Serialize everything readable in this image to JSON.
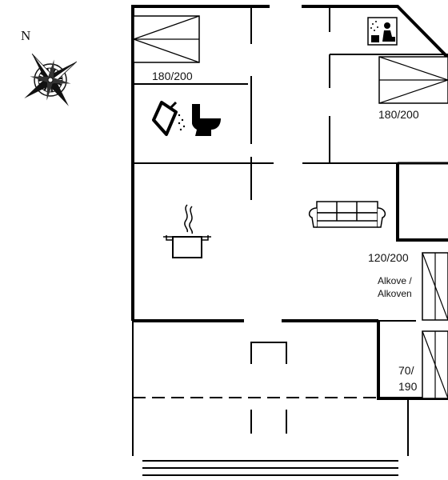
{
  "compass": {
    "north_label": "N",
    "icon": "compass-rose-icon"
  },
  "rooms": {
    "bedroom_1": {
      "bed_size": "180/200",
      "icon": "bed-icon"
    },
    "bedroom_2": {
      "bed_size": "180/200",
      "icon": "bed-icon"
    },
    "bathroom": {
      "icons": [
        "shower-icon",
        "toilet-icon"
      ]
    },
    "sauna": {
      "icon": "sauna-icon"
    },
    "kitchen": {
      "icon": "cooking-pot-icon"
    },
    "living_room": {
      "icon": "sofa-icon"
    },
    "alcove": {
      "bed_size": "120/200",
      "label_line1": "Alkove /",
      "label_line2": "Alkoven"
    },
    "small_bed": {
      "size_line1": "70/",
      "size_line2": "190"
    }
  },
  "colors": {
    "walls": "#000000",
    "background": "#ffffff"
  }
}
